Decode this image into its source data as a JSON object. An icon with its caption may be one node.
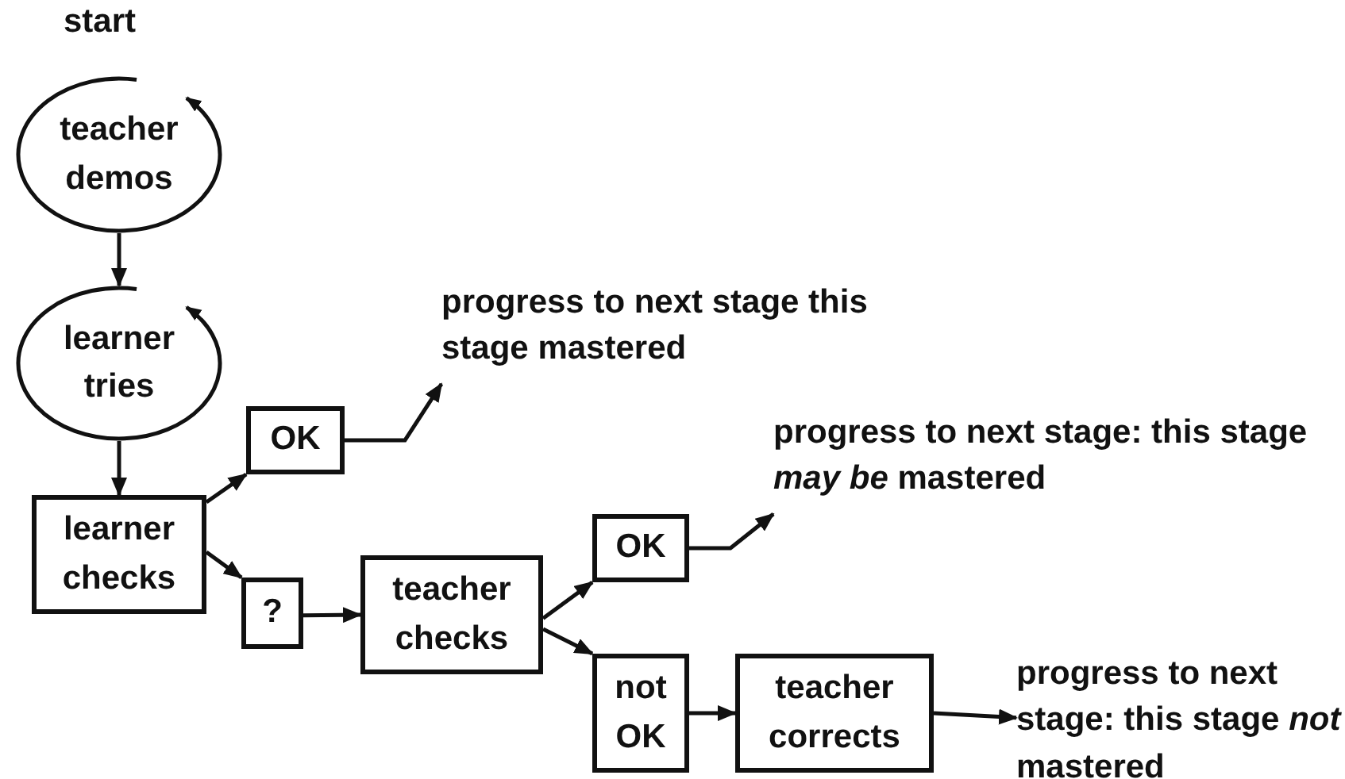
{
  "diagram": {
    "nodes": [
      {
        "text": [
          "teacher demos"
        ],
        "beside": [
          "start"
        ]
      },
      {
        "text": [
          "learner tries"
        ]
      },
      {
        "text": [
          "learner checks"
        ]
      },
      {
        "text": [
          "OK"
        ]
      },
      {
        "text": [
          "progress to next stage this stage mastered"
        ]
      },
      {
        "text": [
          "?"
        ]
      },
      {
        "text": [
          "teacher checks"
        ]
      },
      {
        "text": [
          "OK"
        ]
      },
      {
        "text": [
          "progress to next stage: this stage *may be* mastered"
        ]
      },
      {
        "text": [
          "not OK"
        ]
      },
      {
        "text": [
          "teacher corrects"
        ]
      },
      {
        "text": [
          "progress to next stage: this stage *not* mastered"
        ]
      }
    ],
    "edges": [
      {
        "from": 0,
        "to": 1,
        "arrow": "to"
      },
      {
        "from": 1,
        "to": 2,
        "arrow": "to"
      },
      {
        "from": 2,
        "to": 3,
        "arrow": "to"
      },
      {
        "from": 3,
        "to": 4,
        "arrow": "to"
      },
      {
        "from": 2,
        "to": 5,
        "arrow": "to"
      },
      {
        "from": 5,
        "to": 6,
        "arrow": "to"
      },
      {
        "from": 6,
        "to": 7,
        "arrow": "to"
      },
      {
        "from": 7,
        "to": 8,
        "arrow": "to"
      },
      {
        "from": 6,
        "to": 9,
        "arrow": "to"
      },
      {
        "from": 9,
        "to": 10,
        "arrow": "to"
      },
      {
        "from": 10,
        "to": 11,
        "arrow": "to"
      }
    ]
  }
}
